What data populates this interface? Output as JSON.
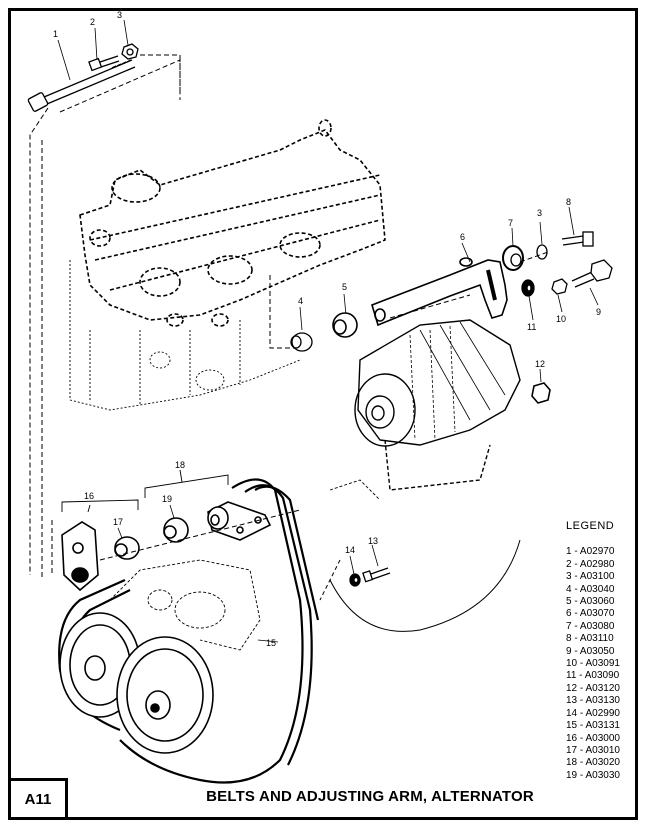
{
  "legend": {
    "title": "LEGEND",
    "items": [
      "1 - A02970",
      "2 - A02980",
      "3 - A03100",
      "4 - A03040",
      "5 - A03060",
      "6 - A03070",
      "7 - A03080",
      "8 - A03110",
      "9 - A03050",
      "10 - A03091",
      "11 - A03090",
      "12 - A03120",
      "13 - A03130",
      "14 - A02990",
      "15 - A03131",
      "16 - A03000",
      "17 - A03010",
      "18 - A03020",
      "19 - A03030"
    ]
  },
  "page_code": "A11",
  "caption": "BELTS AND ADJUSTING ARM, ALTERNATOR",
  "callouts": {
    "c1": "1",
    "c2": "2",
    "c3": "3",
    "c3b": "3",
    "c4": "4",
    "c5": "5",
    "c6": "6",
    "c7": "7",
    "c8": "8",
    "c9": "9",
    "c10": "10",
    "c11": "11",
    "c12": "12",
    "c13": "13",
    "c14": "14",
    "c15": "15",
    "c16": "16",
    "c17": "17",
    "c18": "18",
    "c19": "19"
  }
}
